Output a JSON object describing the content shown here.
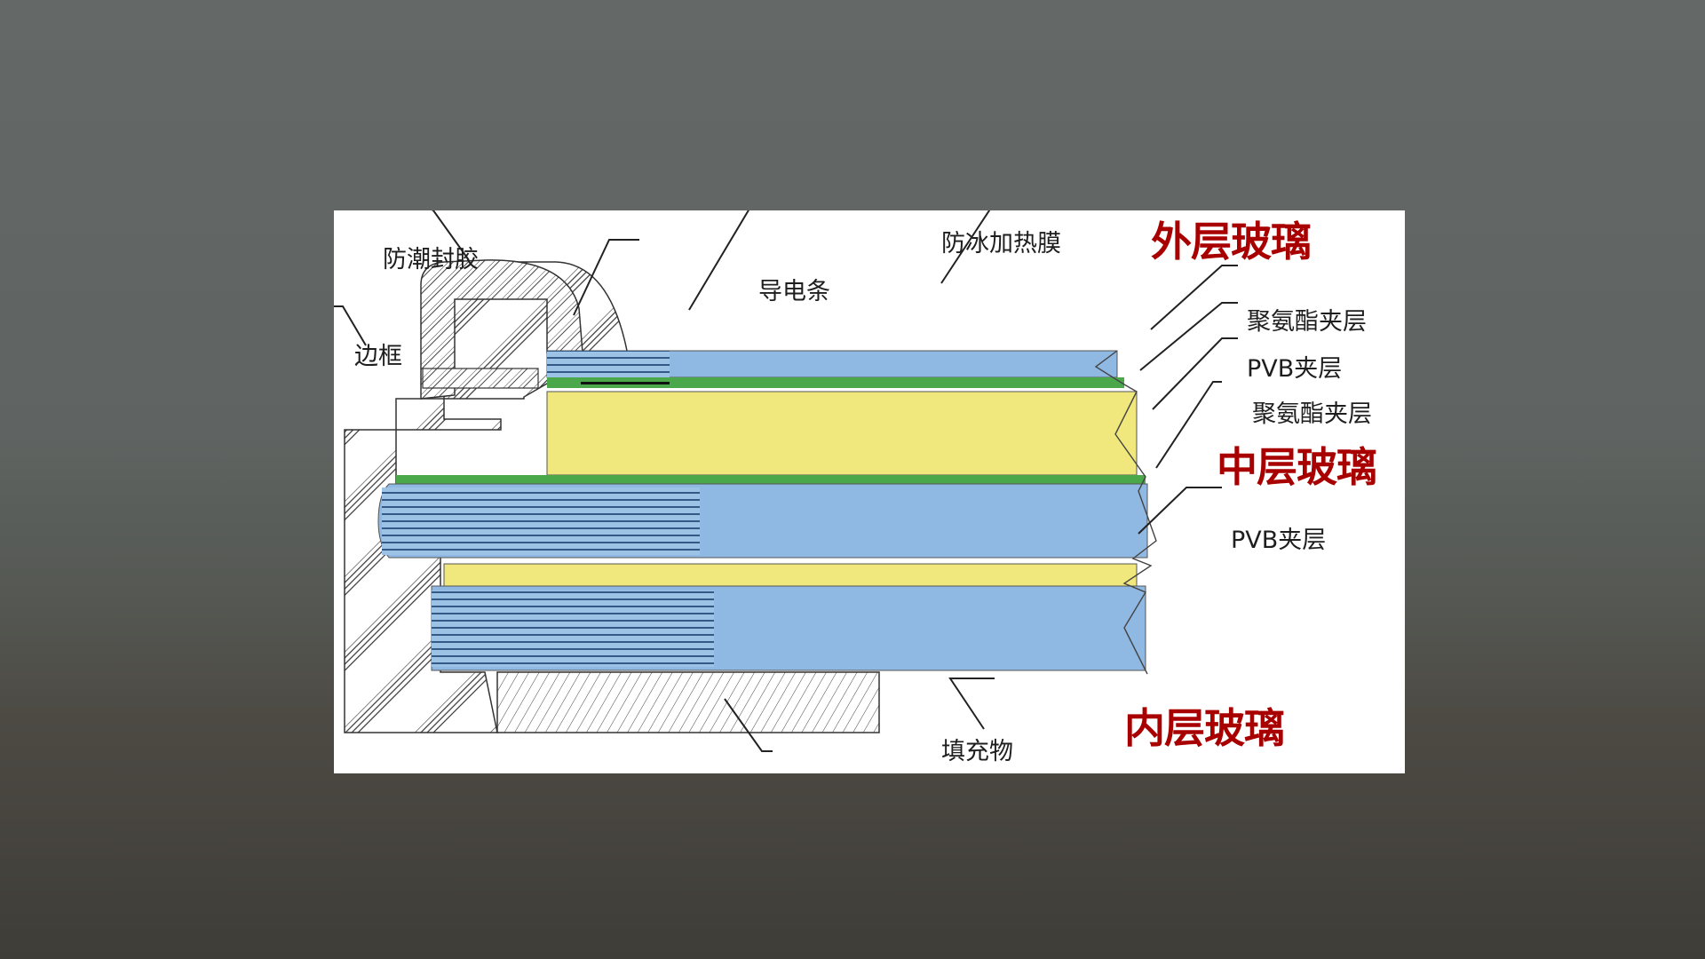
{
  "background": {
    "description": "blurred outdoor cityscape under overcast sky"
  },
  "diagram": {
    "type": "cross-section",
    "subject": "laminated heated windshield edge structure",
    "colors": {
      "glass": "#8fb8e2",
      "pvb_interlayer": "#f0e87c",
      "polyurethane_interlayer": "#4aa84a",
      "highlight_label": "#a80000",
      "panel": "#ffffff"
    },
    "labels": {
      "moisture_sealant": "防潮封胶",
      "conductive_strip": "导电条",
      "anti_ice_heating_film": "防冰加热膜",
      "outer_glass": "外层玻璃",
      "polyurethane_layer_1": "聚氨酯夹层",
      "pvb_layer_1": "PVB夹层",
      "polyurethane_layer_2": "聚氨酯夹层",
      "middle_glass": "中层玻璃",
      "pvb_layer_2": "PVB夹层",
      "inner_glass": "内层玻璃",
      "frame": "边框",
      "filler": "填充物"
    },
    "layers_top_to_bottom": [
      "外层玻璃",
      "防冰加热膜",
      "聚氨酯夹层",
      "PVB夹层",
      "聚氨酯夹层",
      "中层玻璃",
      "PVB夹层",
      "内层玻璃"
    ]
  }
}
